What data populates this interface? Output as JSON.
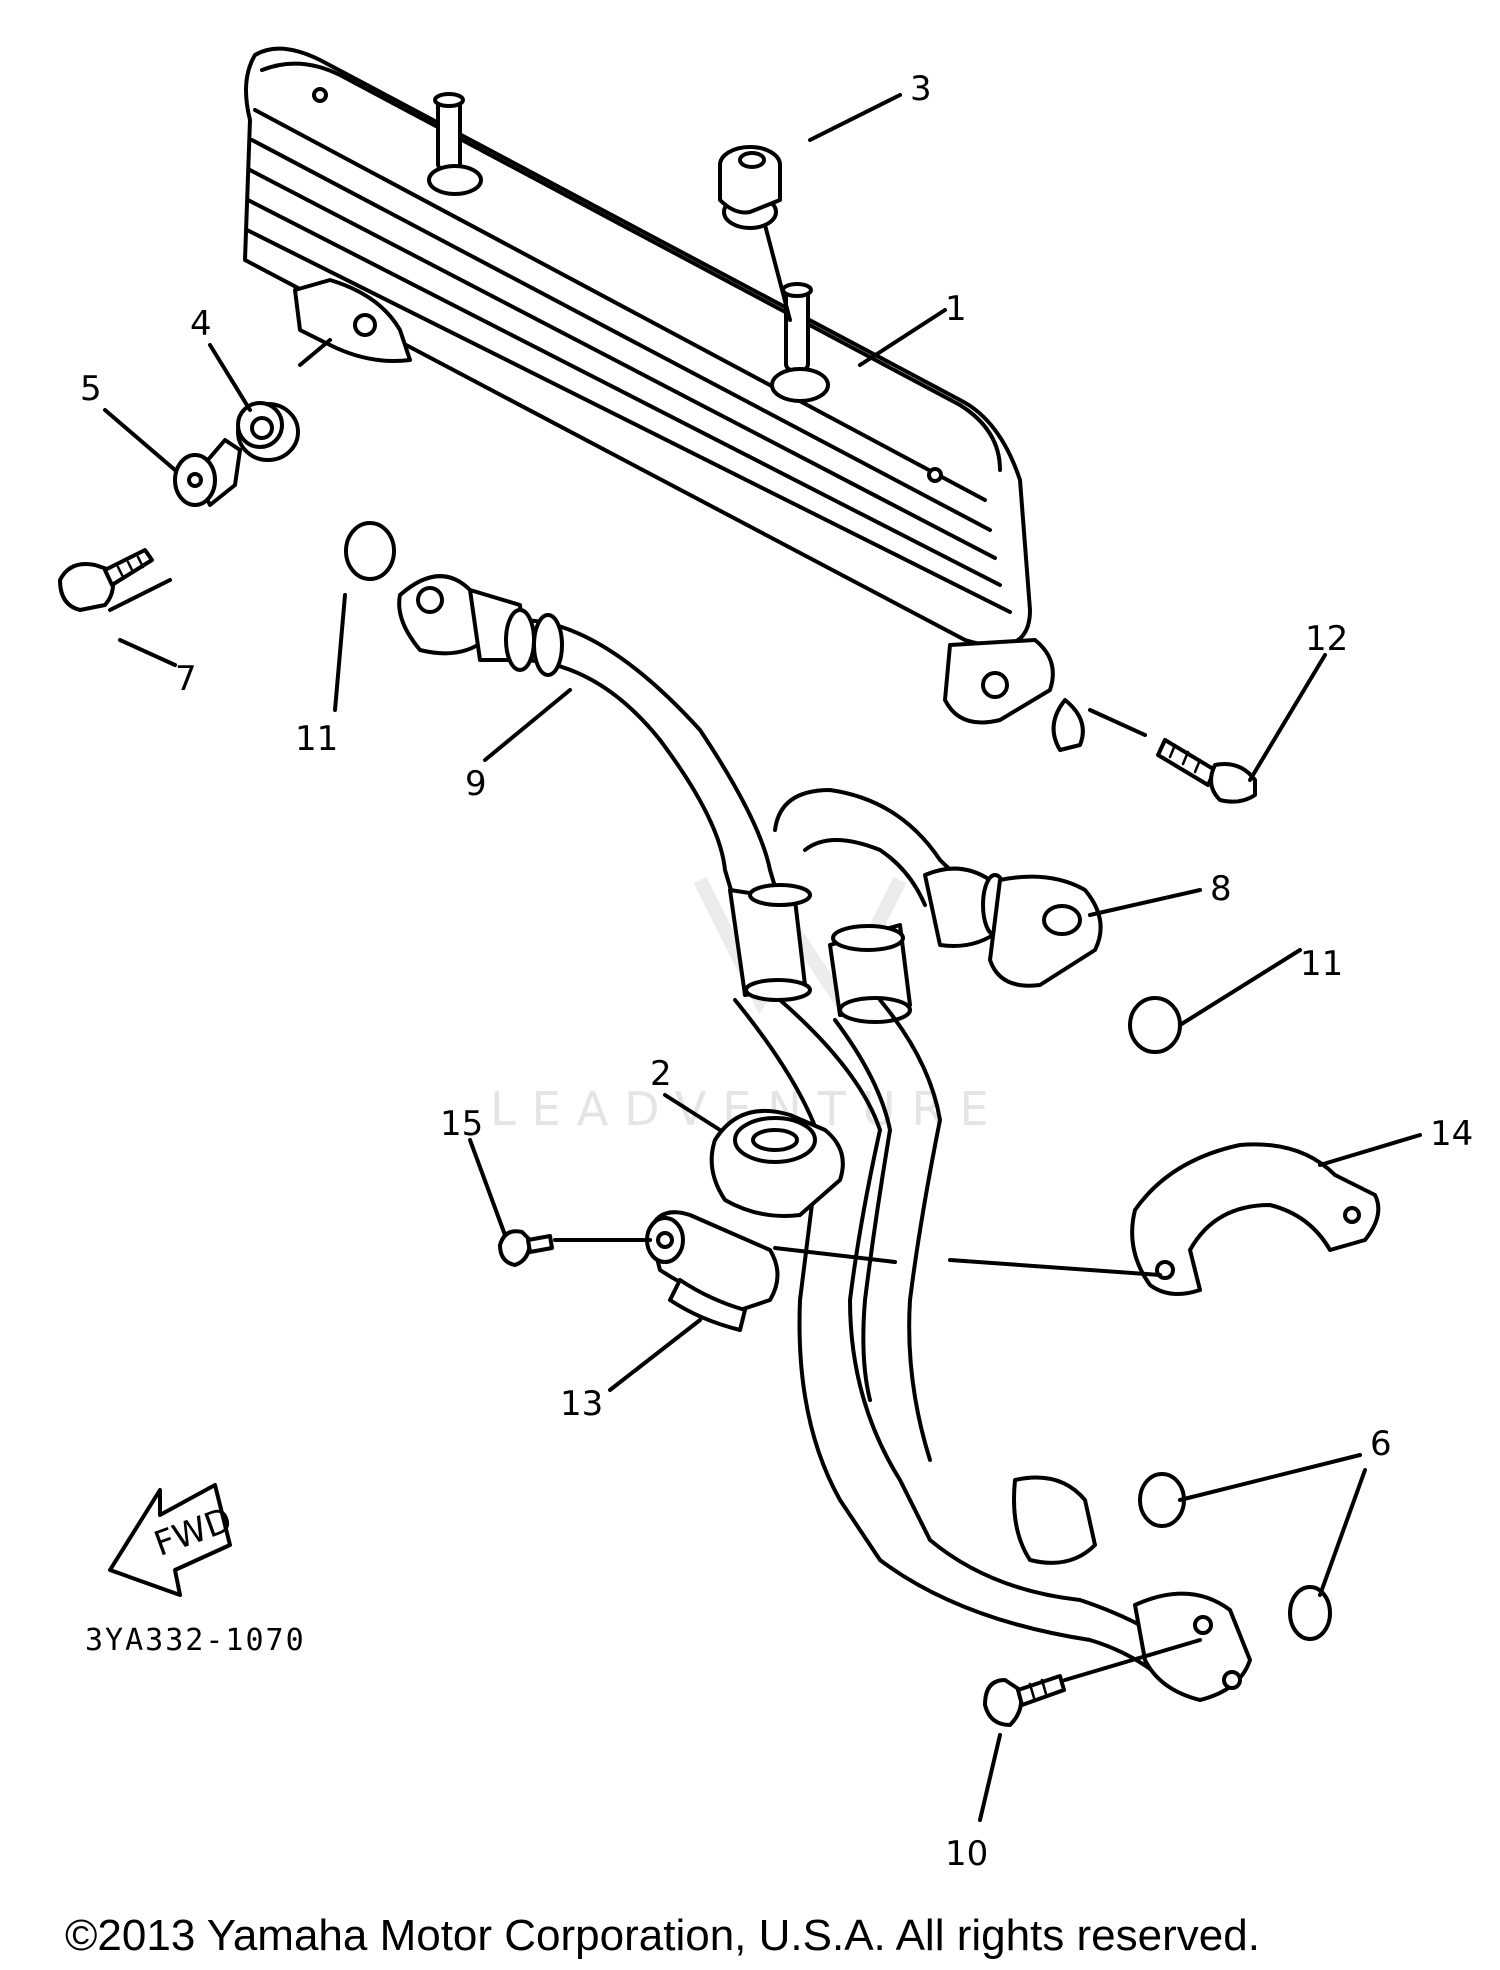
{
  "diagram": {
    "part_code": "3YA332-1070",
    "fwd_label": "FWD",
    "watermark": "LEADVENTURE",
    "copyright": "©2013 Yamaha Motor Corporation, U.S.A. All rights reserved.",
    "callouts": {
      "c1": "1",
      "c2": "2",
      "c3": "3",
      "c4": "4",
      "c5": "5",
      "c6": "6",
      "c7": "7",
      "c8": "8",
      "c9": "9",
      "c10": "10",
      "c11a": "11",
      "c11b": "11",
      "c12": "12",
      "c13": "13",
      "c14": "14",
      "c15": "15"
    }
  }
}
